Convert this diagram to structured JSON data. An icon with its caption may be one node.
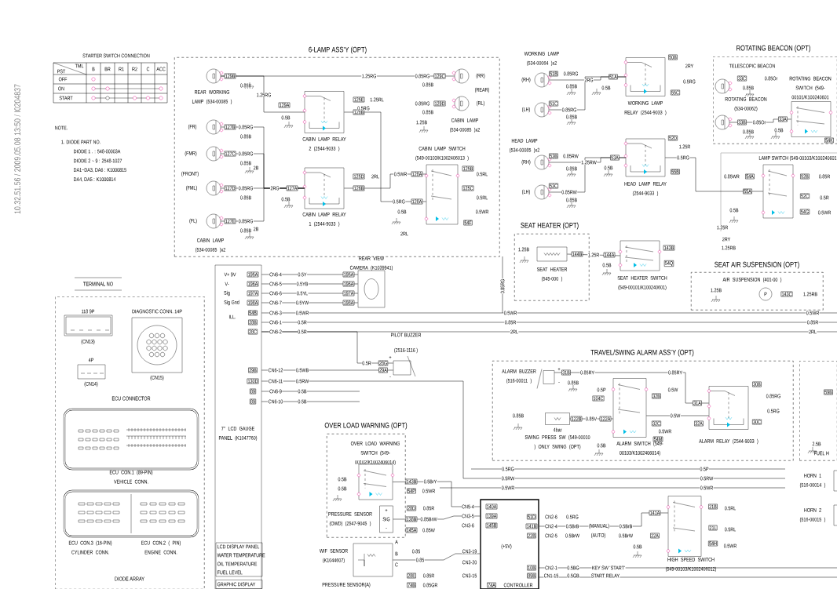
{
  "diagram": {
    "nodes": [
      {
        "text": [
          "6-LAMP ASS'Y (OPT)"
        ]
      },
      {
        "text": [
          "REAR WORKING LAMP (534-00085 )"
        ],
        "in": 0
      },
      {
        "text": [
          "(FR)"
        ],
        "in": 0
      },
      {
        "text": [
          "(FMR)"
        ],
        "in": 0
      },
      {
        "text": [
          "(FML)"
        ],
        "in": 0
      },
      {
        "text": [
          "(FL)"
        ],
        "in": 0
      },
      {
        "text": [
          "CABIN LAMP RELAY 2 (2544-9033 )"
        ],
        "in": 0
      },
      {
        "text": [
          "CABIN LAMP RELAY 1 (2544-9033 )"
        ],
        "in": 0
      },
      {
        "text": [
          "(RR)"
        ],
        "in": 0
      },
      {
        "text": [
          "(RL)"
        ],
        "in": 0
      },
      {
        "text": [
          "CABIN LAMP SWITCH (549-00103/K1002406013 )"
        ],
        "in": 0
      },
      {
        "text": [
          "(RH)"
        ]
      },
      {
        "text": [
          "(LH)"
        ]
      },
      {
        "text": [
          "WORKING LAMP RELAY (2544-9033 )"
        ]
      },
      {
        "text": [
          "(RH)"
        ]
      },
      {
        "text": [
          "(LH)"
        ]
      },
      {
        "text": [
          "HEAD LAMP RELAY (2544-9033 )"
        ]
      },
      {
        "text": [
          "ROTATING BEACON (OPT)"
        ]
      },
      {
        "text": [
          "TELESCOPIC BEACON"
        ],
        "in": 17
      },
      {
        "text": [
          "ROTATING BEACON (534-00062)"
        ],
        "in": 17
      },
      {
        "text": [
          "ROTATING BEACON SWITCH (549-00101/K100240601"
        ],
        "in": 17
      },
      {
        "text": [
          "LAMP SWITCH (549-00103/K100240601"
        ]
      },
      {
        "text": [
          "SEAT HEATER (OPT)"
        ]
      },
      {
        "text": [
          "SEAT HEATER (545-000 )"
        ],
        "in": 22
      },
      {
        "text": [
          "SEAT HEATER SWITCH (549-00101/K100240601)"
        ]
      },
      {
        "text": [
          "SEAT AIR SUSPENSION (OPT)"
        ]
      },
      {
        "text": [
          "AIR SUSPENSION (401-00 )",
          "P"
        ],
        "in": 25
      },
      {
        "text": [
          "7\" LCD GAUGE PANEL (K1047760)"
        ]
      },
      {
        "text": [
          "LCD DISPLAY PANEL",
          "WATER TEMPERATURE",
          "OIL TEMPERATURE",
          "FUEL LEVEL"
        ],
        "in": 27
      },
      {
        "text": [
          "GRAPHIC DISPLAY"
        ],
        "in": 27
      },
      {
        "text": [
          "REAR VIEW CAMERA (K1039941)"
        ]
      },
      {
        "text": [
          "PILOT BUZZER",
          "(2516-1116 )"
        ]
      },
      {
        "text": [
          "OVER LOAD WARNING (OPT)"
        ]
      },
      {
        "text": [
          "OVER LOAD WARNING SWITCH (549-00102/K1002406014)"
        ],
        "in": 32
      },
      {
        "text": [
          "+",
          "SIG",
          "-"
        ],
        "beside": [
          "PRESSURE SENSOR (OWD) (2547-9045 )"
        ],
        "in": 32
      },
      {
        "text": [],
        "shape": "box",
        "beside": [
          "WIF SENSOR (K1044607)"
        ]
      },
      {
        "text": [
          "CONTROLLER"
        ]
      },
      {
        "text": [
          "TRAVEL/SWING ALARM ASS'Y (OPT)"
        ]
      },
      {
        "text": [],
        "shape": "box",
        "beside": [
          "ALARM BUZZER (516-00011 )"
        ],
        "in": 37
      },
      {
        "text": [
          "4bar",
          "SWING PRESS SW (549-00010 ) ONLY SWING (OPT)"
        ],
        "in": 37
      },
      {
        "text": [
          "ALARM SWITCH (549-00103/K1002406014)"
        ],
        "in": 37
      },
      {
        "text": [
          "ALARM RELAY (2544-9033 )"
        ],
        "in": 37
      },
      {
        "text": [
          "HIGH SPEED SWITCH (549-00103/K1002406012)"
        ]
      },
      {
        "text": [
          "FUEL H"
        ]
      },
      {
        "text": [
          "HORN 1 (516-00014 )"
        ]
      },
      {
        "text": [
          "HORN 2 (516-00015 )"
        ]
      },
      {
        "text": [
          "TERMINAL NO"
        ]
      },
      {
        "text": [
          "118 9P"
        ],
        "beside": [
          "(CN13)"
        ],
        "in": 46
      },
      {
        "text": [
          "4P"
        ],
        "beside": [
          "(CN14)"
        ],
        "in": 46
      },
      {
        "text": [
          "DIAGNOSTIC CONN. 14P"
        ],
        "beside": [
          "(CN15)"
        ],
        "in": 46
      },
      {
        "text": [
          "ECU CONNECTOR"
        ],
        "beside": [
          "ECU CON.1 (89-PIN) VEHICLE CONN."
        ],
        "in": 46
      },
      {
        "text": [],
        "shape": "box",
        "beside": [
          "ECU CON.3 (16-PIN) CYLINDER CONN.",
          "ECU CON.2 ( PIN) ENGINE CONN."
        ],
        "in": 46
      }
    ],
    "edges": [
      {
        "from": 1,
        "to": 6,
        "arrow": "none",
        "label": "1.25RG"
      },
      {
        "from": 1,
        "to": 8,
        "arrow": "none",
        "label": "1.25RG"
      },
      {
        "from": 2,
        "to": 7,
        "arrow": "none",
        "label": "0.85RG"
      },
      {
        "from": 3,
        "to": 7,
        "arrow": "none",
        "label": "0.85RG"
      },
      {
        "from": 4,
        "to": 7,
        "arrow": "none",
        "label": "2RG"
      },
      {
        "from": 5,
        "to": 7,
        "arrow": "none",
        "label": "0.85RG"
      },
      {
        "from": 6,
        "to": 10,
        "arrow": "none",
        "label": "0.5RG"
      },
      {
        "from": 7,
        "to": 10,
        "arrow": "none",
        "label": "0.5WR"
      },
      {
        "from": 11,
        "to": 13,
        "arrow": "none",
        "label": "2RG"
      },
      {
        "from": 12,
        "to": 13,
        "arrow": "none",
        "label": "0.85RG"
      },
      {
        "from": 14,
        "to": 16,
        "arrow": "none",
        "label": "1.25RW"
      },
      {
        "from": 15,
        "to": 16,
        "arrow": "none",
        "label": "0.85RW"
      },
      {
        "from": 16,
        "to": 21,
        "arrow": "none",
        "label": "0.5RG"
      },
      {
        "from": 19,
        "to": 20,
        "arrow": "none",
        "label": "0.85Or"
      },
      {
        "from": 23,
        "to": 24,
        "arrow": "none",
        "label": "1.25R"
      },
      {
        "from": 33,
        "to": 36,
        "arrow": "none",
        "label": "0.5BrY"
      },
      {
        "from": 34,
        "to": 36,
        "arrow": "none",
        "label": "0.85BrW"
      },
      {
        "from": 35,
        "to": 36,
        "arrow": "none",
        "label": "0.85"
      },
      {
        "from": 38,
        "to": 41,
        "arrow": "none",
        "label": "0.85RY"
      },
      {
        "from": 39,
        "to": 40,
        "arrow": "none",
        "label": "0.85V"
      },
      {
        "from": 40,
        "to": 41,
        "arrow": "none",
        "label": "0.5W"
      },
      {
        "from": 36,
        "to": 42,
        "arrow": "none",
        "label": "0.5BrB"
      },
      {
        "from": 30,
        "to": 27,
        "arrow": "none",
        "label": "0.5Y"
      },
      {
        "from": 31,
        "to": 27,
        "arrow": "none",
        "label": "0.5R"
      },
      {
        "from": 30,
        "to": 27,
        "arrow": "none"
      },
      {
        "from": 30,
        "to": 27,
        "arrow": "none"
      },
      {
        "from": 30,
        "to": 27,
        "arrow": "none"
      },
      {
        "from": 27,
        "to": null,
        "arrow": "none"
      },
      {
        "from": 27,
        "to": null,
        "arrow": "none"
      },
      {
        "from": 27,
        "to": null,
        "arrow": "none"
      },
      {
        "from": 27,
        "to": 31,
        "arrow": "none"
      },
      {
        "from": 27,
        "to": null,
        "arrow": "none"
      },
      {
        "from": 27,
        "to": null,
        "arrow": "none"
      },
      {
        "from": 27,
        "to": null,
        "arrow": "none"
      }
    ],
    "labels": [
      "10.32.51.56 / 2009.05.08 13:50 / I0204837",
      "STARTER SWITCH CONNECTION",
      "PST",
      "TML",
      "B",
      "BR",
      "R1",
      "R2",
      "C",
      "ACC",
      "OFF",
      "ON",
      "START",
      "NOTE.",
      "1. DIODE PART NO.",
      "DIODE 1 . : 548-00003A",
      "DIODE 2 ~ 9 : 2548-1027",
      "DA1~DA3, DA6 : K1000815",
      "DA4, DA5 : K1000814",
      "129B",
      "0.85B",
      "129A",
      "0.5B",
      "125E",
      "1.25RL",
      "128B",
      "127B",
      "0.85B",
      "127C",
      "0.85B",
      "2B",
      "(FRONT)",
      "127D",
      "0.85B",
      "127E",
      "0.85B",
      "2B",
      "CABIN LAMP (534-00085 )x2",
      "127A",
      "0.5B",
      "125D",
      "2RL",
      "126B",
      "0.85RG",
      "129C",
      "0.85B",
      "0.85RG",
      "129D",
      "0.85B",
      "1.25B",
      "(REAR)",
      "CABIN LAMP (534-00085 )x2",
      "128A",
      "125B",
      "0.5RL",
      "125C",
      "0.5RL",
      "128A",
      "0.5B",
      "0.5WR",
      "54F",
      "2RL",
      "WORKING LAMP (534-00064 )x2",
      "51B",
      "0.85RG",
      "0.85B",
      "51C",
      "0.85B",
      "51A",
      "0.5B",
      "50B",
      "2RY",
      "0.5RG",
      "55C",
      "HEAD LAMP (534-00085 )x2",
      "53B",
      "0.85RW",
      "0.85B",
      "53C",
      "0.85B",
      "53A",
      "0.5B",
      "52D",
      "1.25R",
      "55B",
      "33C",
      "0.85Or",
      "0.85B",
      "33B",
      "0.85B",
      "33A",
      "0.5B",
      "54K",
      "0.85WR",
      "54A",
      "52B",
      "0.85R",
      "55A",
      "52C",
      "0.5R",
      "0.5B",
      "54G",
      "0.5WR",
      "1.25B",
      "144B",
      "144A",
      "0.5B",
      "143B",
      "54Q",
      "1.25R",
      "2RY",
      "1.25RB",
      "1.25B",
      "143C",
      "1.25RB",
      "V+ 9V",
      "V-",
      "Sig",
      "Sig Gnd",
      "ILL.",
      "195A",
      "196A",
      "197A",
      "198A",
      "54B",
      "28B",
      "28C",
      "29B",
      "130D",
      "89",
      "89",
      "CN6-4",
      "CN6-5",
      "CN6-6",
      "CN6-7",
      "CN6-3",
      "CN6-1",
      "CN6-2",
      "CN6-12",
      "CN6-11",
      "CN6-9",
      "CN6-10",
      "0.5YB",
      "0.5YL",
      "0.5YW",
      "0.5WR",
      "0.5R",
      "0.5R",
      "0.5WB",
      "0.5RW",
      "0.5B",
      "0.5B",
      "195A",
      "196A",
      "197A",
      "198A",
      "0.85RG",
      "0.5WR",
      "0.85R",
      "2RL",
      "0.5WR",
      "0.85R",
      "2RL",
      "28G",
      "29A",
      "+",
      "-",
      "0.5B",
      "0.5B",
      "143B",
      "54P",
      "0.5WR",
      "28D",
      "0.85R",
      "138B",
      "145A",
      "0.85W",
      "CN5-4",
      "CN3-5",
      "CN3-6",
      "140A",
      "139A",
      "145B",
      "0.5RG",
      "0.5RW",
      "0.5WR",
      "0.5P",
      "0.5RW",
      "0.5WR",
      "51D",
      "CN2-6",
      "0.5RG",
      "141B",
      "CN2-4",
      "(MANUAL)",
      "0.5BrB",
      "22B",
      "CN2-5",
      "0.5BrW",
      "(AUTO)",
      "0.5BrW",
      "(+5V)",
      "CN3-19",
      "CN3-20",
      "10B",
      "CN2-1",
      "0.5BG",
      "KEY SW 'START'",
      "28E",
      "0.85R",
      "CN3-15",
      "89B",
      "CN1-15",
      "0.5GB",
      "START RELAY",
      "PRESSURE SENSOR(A)",
      "74B",
      "0.85GR",
      "74A",
      "A",
      "B",
      "0.85",
      "C",
      "31B",
      "0.85RY",
      "0.85B",
      "0.5P",
      "104C",
      "0.85B",
      "122B",
      "122A",
      "0.5B",
      "32B",
      "0.5W",
      "32C",
      "0.5WR",
      "54M",
      "32A",
      "31A",
      "30B",
      "0.85RG",
      "0.5RG",
      "30C",
      "+",
      "-",
      "141A",
      "22A",
      "0.5B",
      "21B",
      "0.5RL",
      "21L",
      "0.5RL",
      "54H",
      "0.5WR",
      "59B",
      "2.5B",
      "DIODE ARRAY",
      "0.5RG",
      "0.85RG"
    ]
  }
}
